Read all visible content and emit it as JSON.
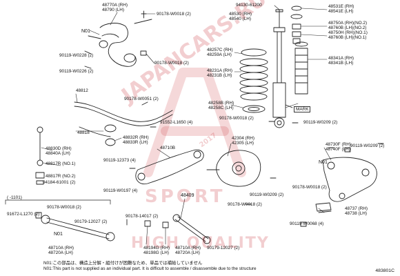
{
  "labels": {
    "p48770": [
      "48770A (RH)",
      "48790 (LH)"
    ],
    "p90178_top": "90178-W0018 (2)",
    "p94130": "94130-61200",
    "p48531": [
      "48531E (RH)",
      "48541E (LH)"
    ],
    "p48530": [
      "48530 (RH)",
      "48540 (LH)"
    ],
    "n01_top": "N01",
    "p48750": [
      "48750A (RH)(NO.2)",
      "48760B (LH)(NO.2)",
      "48750H (RH)(NO.1)",
      "48760B (LH)(NO.1)"
    ],
    "p48257": [
      "48257C (RH)",
      "48259A (LH)"
    ],
    "p90119_w0228": "90119-W0228 (2)",
    "p90178_mid": "90178-W0018 (2)",
    "p48341": [
      "48341A (RH)",
      "48341B (LH)"
    ],
    "p90119_w0226": "90119-W0226 (2)",
    "p48231": [
      "48231A (RH)",
      "48231B (LH)"
    ],
    "p48812": "48812",
    "p90178_w0051": "90178-W0051 (2)",
    "p48258": [
      "48258B (RH)",
      "48258C (LH)"
    ],
    "mark": "MARK",
    "p90178_w0018_b": "90178-W0018 (2)",
    "p90119_w0209_a": "90119-W0209 (2)",
    "p91552": "91552-L1650 (4)",
    "p48818": "48818",
    "p48832": [
      "48832R (RH)",
      "48833R (LH)"
    ],
    "p48830": [
      "48830D (RH)",
      "48840A (LH)"
    ],
    "p48710b": "48710B",
    "p42304": [
      "42304 (RH)",
      "42305 (LH)"
    ],
    "p48730": [
      "48730F (RH)",
      "48740F (LH)"
    ],
    "p90119_w0209_b": "90119-W0209 (2)",
    "n01_right": "N01",
    "p90119_12373": "90119-12373 (4)",
    "p48817": "48817R (NO.1)",
    "p48817b": "48817R (NO.2)",
    "p94184": "94184-61001 (2)",
    "p90178_w0018_r": "90178-W0018 (2)",
    "p90119_w0197": "90119-W0197 (4)",
    "p90119_w0209_c": "90119-W0209 (2)",
    "p48409": "48409",
    "p90178_w0018_c": "90178-W0018 (2)",
    "bracket_date": "( -1101)",
    "p91672": "91672-L1270 (2)",
    "p90178_w0018_l": "90178-W0018 (2)",
    "p90179_12027_a": "90179-12027 (2)",
    "p90178_14017": "90178-14017 (2)",
    "p48737": [
      "48737 (RH)",
      "48738 (LH)"
    ],
    "p90119_w0068": "90119-W0068 (4)",
    "n01_bottom": "N01",
    "p48710a": [
      "48710A (RH)",
      "48720A (LH)"
    ],
    "p48194": [
      "48194G (RH)",
      "48198G (LH)"
    ],
    "p48710a_mid": [
      "48710A (RH)",
      "48720A (LH)"
    ],
    "p90179_12027_b": "90179-12027 (2)"
  },
  "watermark": {
    "brand": "JAPANCARS.RU",
    "sport": "SPORT",
    "quality": "HIGH QUALITY",
    "year": "2017"
  },
  "footnote_ja": "N01:この部品は、構造上分解・組付けが困難なため、単品では補給していません",
  "footnote_en": "N01:This part is not supplied as an individual part. It is difficult to assemble / disassemble due to the structure",
  "figure_code": "483801C",
  "colors": {
    "watermark": "#c8262c"
  }
}
